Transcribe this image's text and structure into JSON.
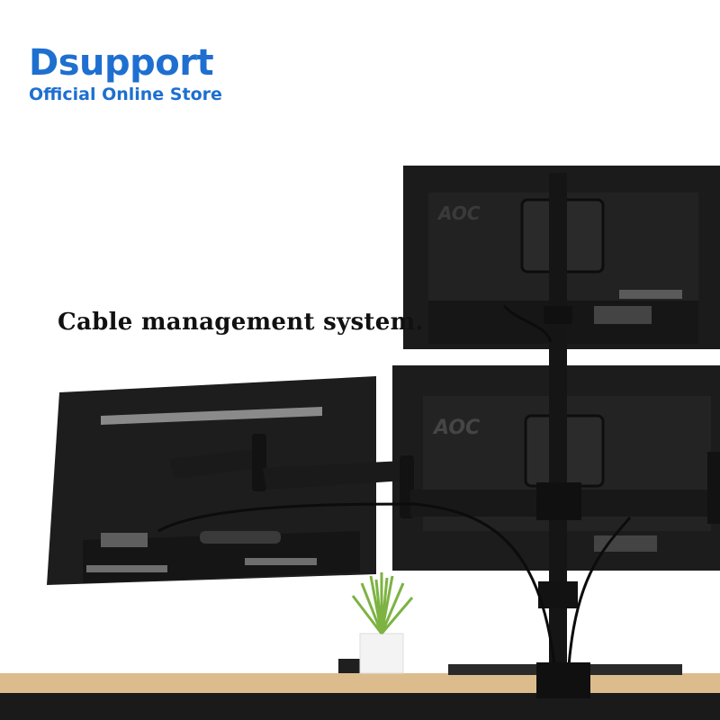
{
  "brand": {
    "name": "Dsupport",
    "tagline": "Official Online Store",
    "color": "#1e6fd0"
  },
  "caption": "Cable management system.",
  "monitors": {
    "top_right_logo": "AOC",
    "bottom_right_logo": "AOC"
  },
  "colors": {
    "monitor_back": "#1c1c1c",
    "desk_wood": "#d9b98a",
    "plant_green": "#7cb342",
    "pot_white": "#f2f2f2"
  }
}
